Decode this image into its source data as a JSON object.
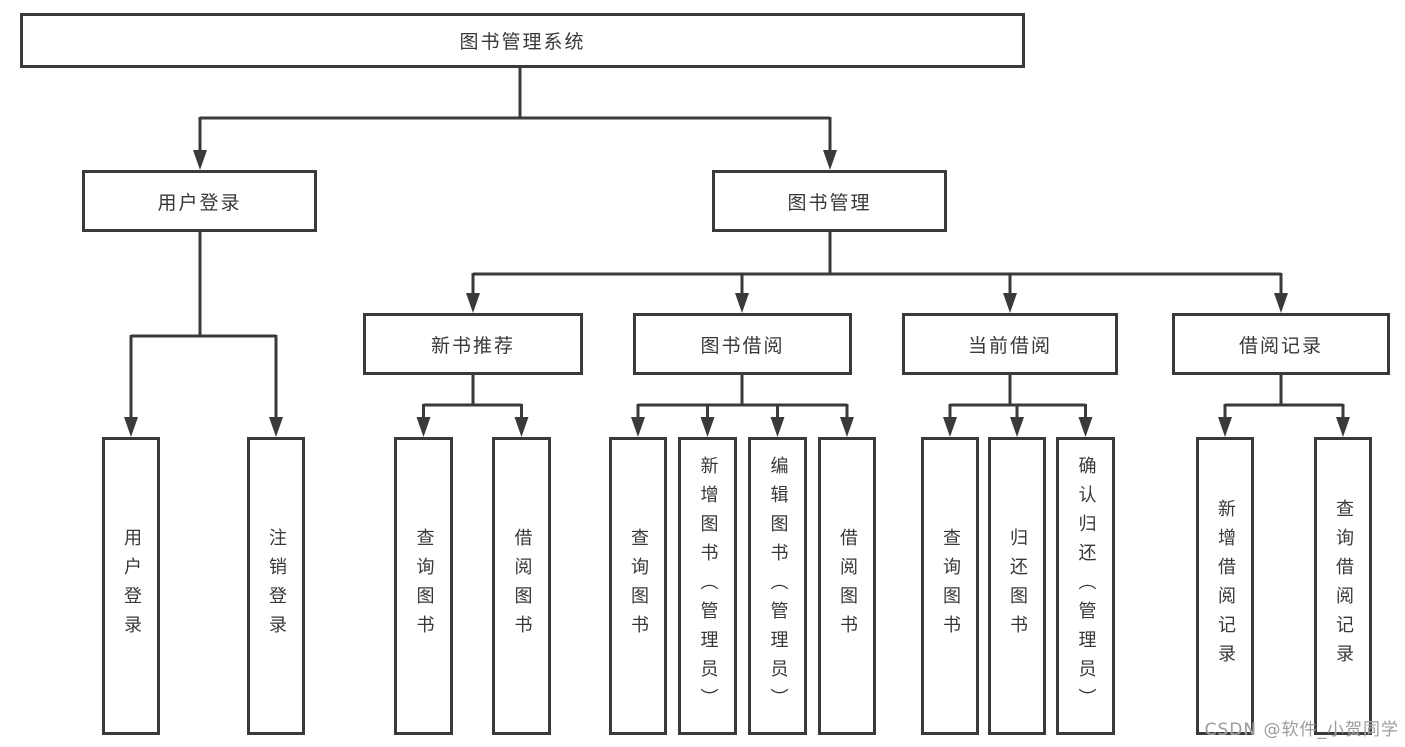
{
  "diagram": {
    "root": "图书管理系统",
    "level2": [
      "用户登录",
      "图书管理"
    ],
    "level3": [
      "新书推荐",
      "图书借阅",
      "当前借阅",
      "借阅记录"
    ],
    "leaves": {
      "user_login": [
        "用户登录",
        "注销登录"
      ],
      "new_book": [
        "查询图书",
        "借阅图书"
      ],
      "book_borrow": [
        "查询图书",
        "新增图书（管理员）",
        "编辑图书（管理员）",
        "借阅图书"
      ],
      "current_borrow": [
        "查询图书",
        "归还图书",
        "确认归还（管理员）"
      ],
      "borrow_record": [
        "新增借阅记录",
        "查询借阅记录"
      ]
    },
    "colors": {
      "line": "#3a3a3a",
      "text": "#383838",
      "background": "#ffffff",
      "watermark": "#9c9c9c"
    },
    "watermark": "CSDN @软件_小贺同学"
  }
}
